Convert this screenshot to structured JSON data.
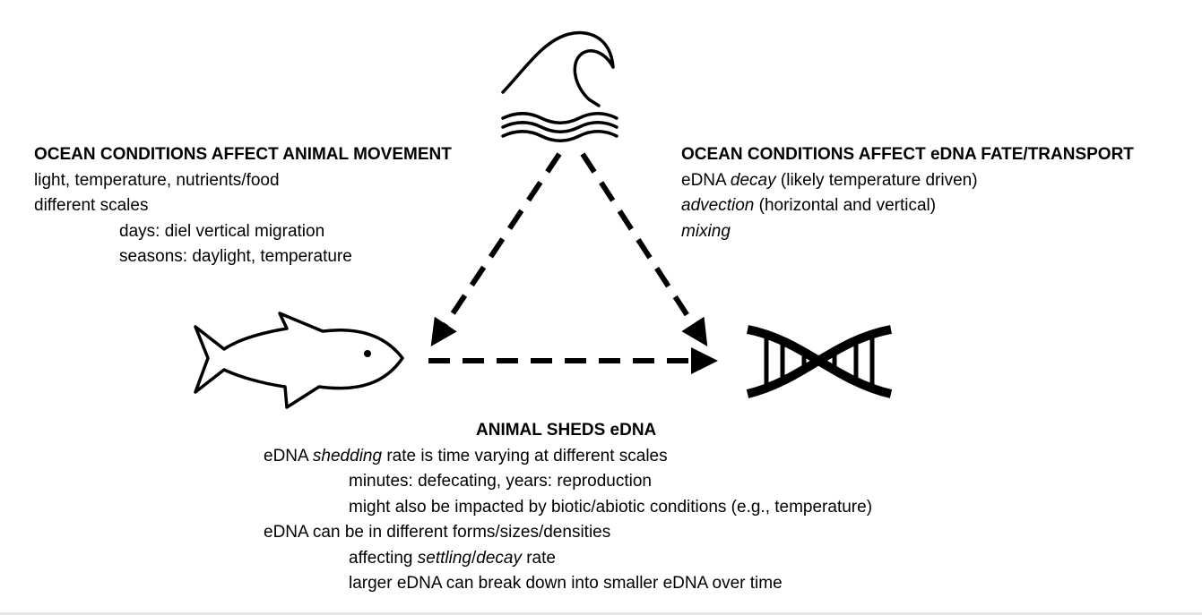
{
  "icons": {
    "waves": "ocean-wave-icon",
    "fish": "fish-icon",
    "dna": "dna-helix-icon"
  },
  "colors": {
    "ink": "#000000",
    "background": "#ffffff"
  },
  "movement": {
    "heading": "OCEAN CONDITIONS AFFECT ANIMAL MOVEMENT",
    "line1": "light, temperature, nutrients/food",
    "line2": "different scales",
    "line3": "days: diel vertical migration",
    "line4": "seasons: daylight, temperature"
  },
  "fate": {
    "heading": "OCEAN CONDITIONS AFFECT eDNA FATE/TRANSPORT",
    "line1_a": "eDNA ",
    "line1_b": "decay",
    "line1_c": " (likely temperature driven)",
    "line2_a": "advection",
    "line2_b": " (horizontal and vertical)",
    "line3": "mixing"
  },
  "shedding": {
    "heading": "ANIMAL SHEDS eDNA",
    "line1_a": "eDNA ",
    "line1_b": "shedding",
    "line1_c": " rate is time varying at different scales",
    "line2": "minutes: defecating, years: reproduction",
    "line3": "might also be impacted by biotic/abiotic conditions (e.g., temperature)",
    "line4": "eDNA can be in different forms/sizes/densities",
    "line5_a": "affecting ",
    "line5_b": "settling",
    "line5_c": "/",
    "line5_d": "decay",
    "line5_e": " rate",
    "line6": "larger eDNA can break down into smaller eDNA over time"
  }
}
